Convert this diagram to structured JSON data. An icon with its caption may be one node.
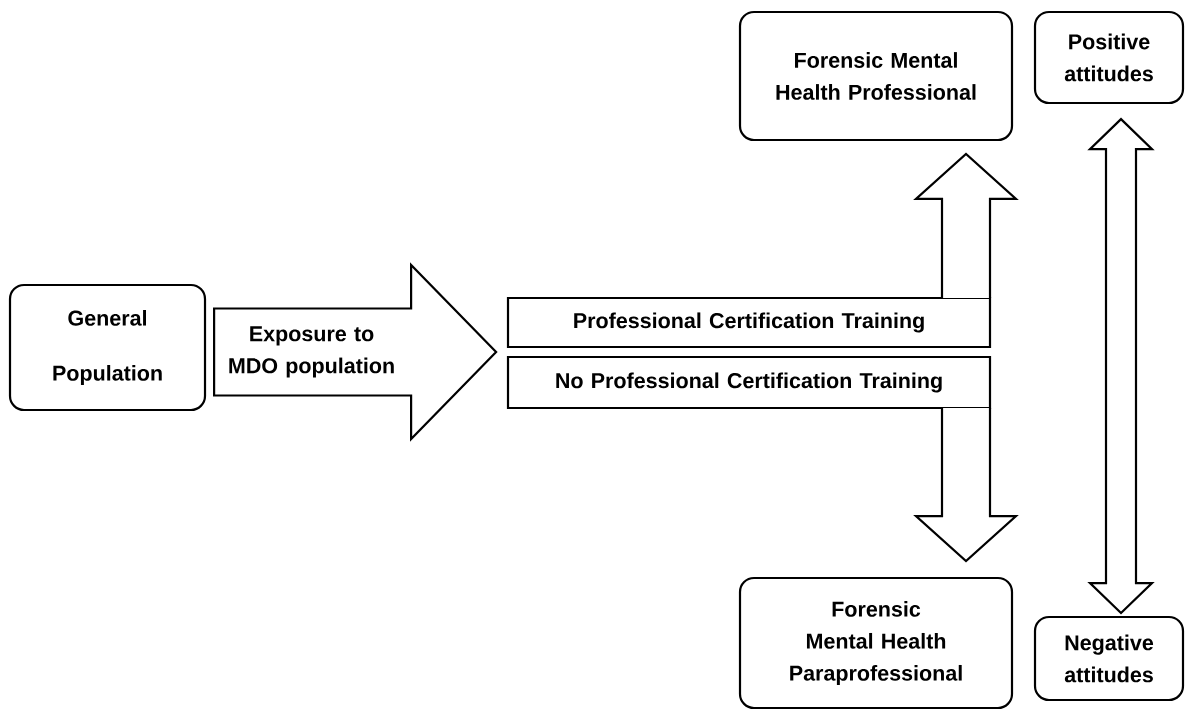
{
  "diagram": {
    "nodes": [
      {
        "text": [
          "General Population"
        ]
      },
      {
        "text": [
          "Professional Certification Training"
        ]
      },
      {
        "text": [
          "No Professional Certification Training"
        ]
      },
      {
        "text": [
          "Forensic Mental Health Professional"
        ]
      },
      {
        "text": [
          "Forensic Mental Health Paraprofessional"
        ]
      },
      {
        "text": [
          "Positive attitudes"
        ]
      },
      {
        "text": [
          "Negative attitudes"
        ]
      }
    ],
    "edges": [
      {
        "from": 0,
        "to": 1,
        "arrow": "to",
        "label": "Exposure to MDO population"
      },
      {
        "from": 0,
        "to": 2,
        "arrow": "to"
      },
      {
        "from": 1,
        "to": 3,
        "arrow": "to"
      },
      {
        "from": 2,
        "to": 4,
        "arrow": "to"
      },
      {
        "from": 5,
        "to": 6,
        "arrow": "both"
      }
    ]
  }
}
